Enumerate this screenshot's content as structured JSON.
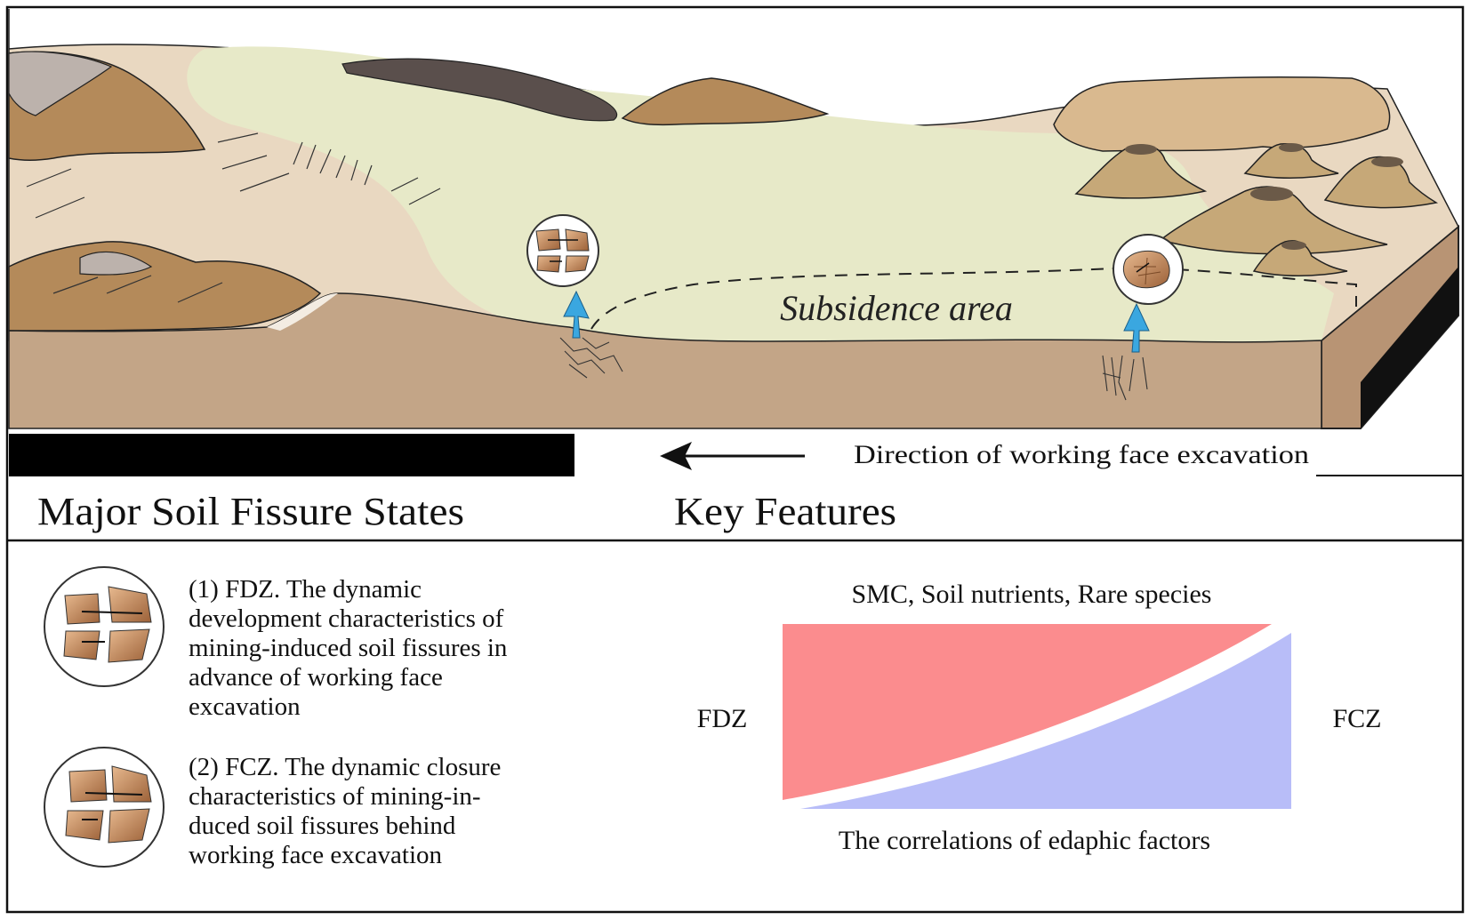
{
  "landscape": {
    "subsidence_label": "Subsidence area",
    "direction_label": "Direction of  working face excavation",
    "colors": {
      "ground_front": "#c3a587",
      "surface_tan": "#e9d8c1",
      "subsidence_green": "#e7e9c8",
      "hill_brown": "#b48a5a",
      "dark_rock": "#5a4f4c",
      "arrow_blue": "#3aa7e0"
    }
  },
  "sections": {
    "states_heading": "Major Soil Fissure States",
    "features_heading": "Key Features"
  },
  "states": [
    {
      "text": "(1) FDZ. The dynamic development characteristics of mining-induced soil fissures in advance of working face excavation"
    },
    {
      "text": "(2) FCZ. The dynamic closure characteristics of mining-induced soil fissures behind working face excavation"
    }
  ],
  "features": {
    "top_label": "SMC, Soil nutrients, Rare species",
    "bottom_label": "The correlations of edaphic factors",
    "left_label": "FDZ",
    "right_label": "FCZ",
    "colors": {
      "upper": "#fb8c8e",
      "lower": "#b8bdf8"
    }
  }
}
